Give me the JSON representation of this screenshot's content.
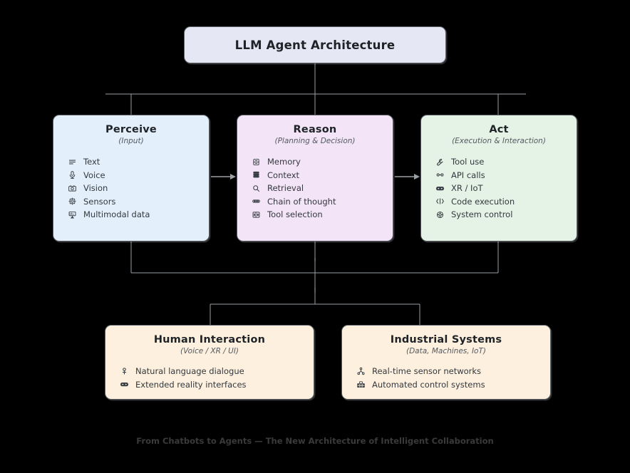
{
  "diagram": {
    "root": {
      "label": "LLM Agent Architecture"
    },
    "pillars": [
      {
        "key": "perceive",
        "title": "Perceive",
        "subtitle": "(Input)",
        "color": "#e3f0fb",
        "items": [
          {
            "icon": "text-lines-icon",
            "label": "Text"
          },
          {
            "icon": "microphone-icon",
            "label": "Voice"
          },
          {
            "icon": "camera-icon",
            "label": "Vision"
          },
          {
            "icon": "sensor-chip-icon",
            "label": "Sensors"
          },
          {
            "icon": "multimodal-data-icon",
            "label": "Multimodal data"
          }
        ]
      },
      {
        "key": "reason",
        "title": "Reason",
        "subtitle": "(Planning & Decision)",
        "color": "#f3e4f7",
        "items": [
          {
            "icon": "database-icon",
            "label": "Memory"
          },
          {
            "icon": "layers-icon",
            "label": "Context"
          },
          {
            "icon": "magnifier-icon",
            "label": "Retrieval"
          },
          {
            "icon": "chain-link-icon",
            "label": "Chain of thought"
          },
          {
            "icon": "tool-panel-icon",
            "label": "Tool selection"
          }
        ]
      },
      {
        "key": "act",
        "title": "Act",
        "subtitle": "(Execution & Interaction)",
        "color": "#e4f3e6",
        "items": [
          {
            "icon": "wrench-icon",
            "label": "Tool use"
          },
          {
            "icon": "api-link-icon",
            "label": "API calls"
          },
          {
            "icon": "vr-headset-icon",
            "label": "XR / IoT"
          },
          {
            "icon": "code-brackets-icon",
            "label": "Code execution"
          },
          {
            "icon": "gear-globe-icon",
            "label": "System control"
          }
        ]
      }
    ],
    "outcomes": [
      {
        "key": "human",
        "title": "Human Interaction",
        "subtitle": "(Voice / XR / UI)",
        "color": "#fdf0de",
        "items": [
          {
            "icon": "person-icon",
            "label": "Natural language dialogue"
          },
          {
            "icon": "vr-headset-icon",
            "label": "Extended reality interfaces"
          }
        ]
      },
      {
        "key": "industrial",
        "title": "Industrial Systems",
        "subtitle": "(Data, Machines, IoT)",
        "color": "#fdf0de",
        "items": [
          {
            "icon": "sensor-network-icon",
            "label": "Real-time sensor networks"
          },
          {
            "icon": "factory-icon",
            "label": "Automated control systems"
          }
        ]
      }
    ],
    "footer": {
      "caption": "From Chatbots to Agents — The New Architecture of Intelligent Collaboration"
    },
    "style": {
      "background": "#000000",
      "connector_color": "#9aa0a6",
      "border_color": "#5a5f66",
      "title_fill": "#e5e7f4",
      "text_color": "#1f2328"
    }
  }
}
